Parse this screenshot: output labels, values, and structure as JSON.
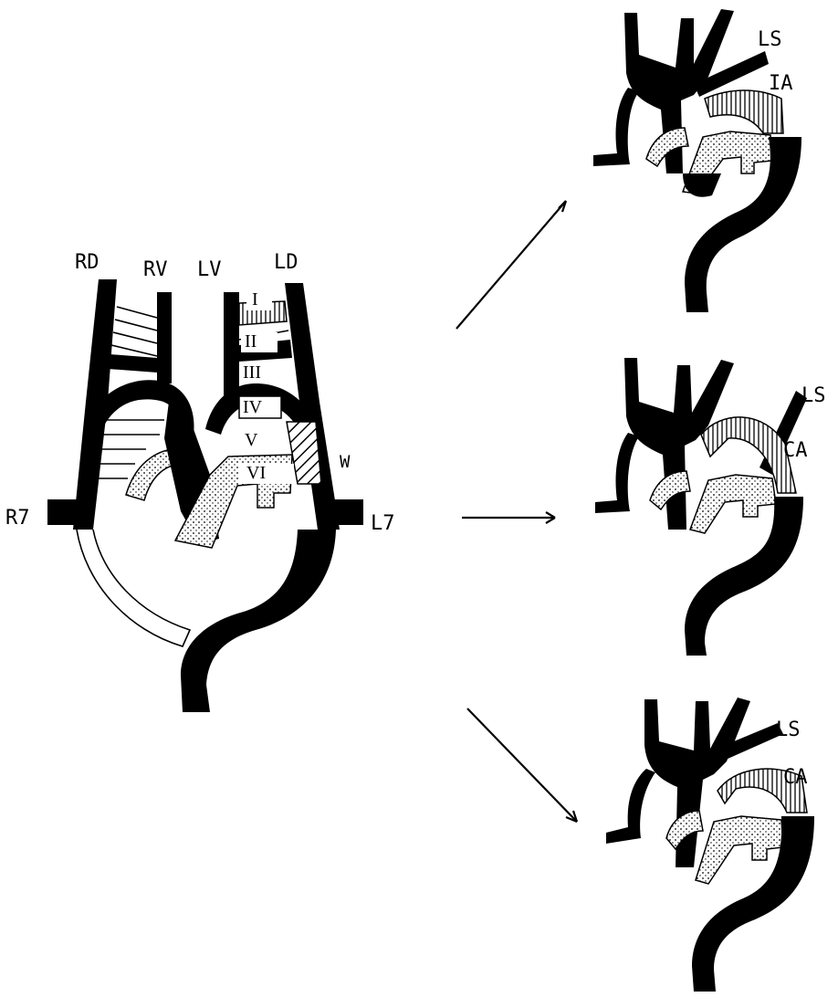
{
  "embryonic": {
    "labels": {
      "rd": "RD",
      "rv": "RV",
      "lv": "LV",
      "ld": "LD",
      "r7": "R7",
      "l7": "L7",
      "w": "W"
    },
    "arches": [
      "I",
      "II",
      "III",
      "IV",
      "V",
      "VI"
    ]
  },
  "outcomes": [
    {
      "top_label": "LS",
      "second_label": "IA"
    },
    {
      "top_label": "LS",
      "second_label": "CA"
    },
    {
      "top_label": "LS",
      "second_label": "CA"
    }
  ]
}
